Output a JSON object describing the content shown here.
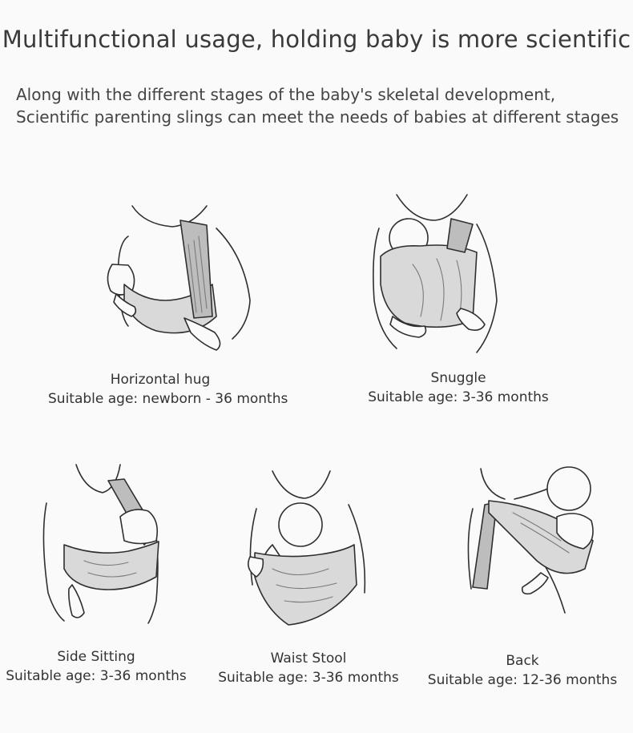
{
  "header": {
    "title": "Multifunctional usage, holding baby is more scientific",
    "description_line1": "Along with the different stages of the baby's skeletal development,",
    "description_line2": "Scientific parenting slings can meet the needs of babies at different stages"
  },
  "usages": [
    {
      "name": "Horizontal hug",
      "age": "Suitable age: newborn - 36 months",
      "icon": "horizontal-hug-illustration"
    },
    {
      "name": "Snuggle",
      "age": "Suitable age: 3-36 months",
      "icon": "snuggle-illustration"
    },
    {
      "name": "Side Sitting",
      "age": "Suitable age: 3-36 months",
      "icon": "side-sitting-illustration"
    },
    {
      "name": "Waist Stool",
      "age": "Suitable age: 3-36 months",
      "icon": "waist-stool-illustration"
    },
    {
      "name": "Back",
      "age": "Suitable age: 12-36 months",
      "icon": "back-carry-illustration"
    }
  ],
  "colors": {
    "background": "#fafafa",
    "sling_fabric": "#d9d9d9",
    "sling_strap": "#bdbdbd",
    "line_art": "#2f2f2f",
    "text": "#3a3a3a"
  }
}
